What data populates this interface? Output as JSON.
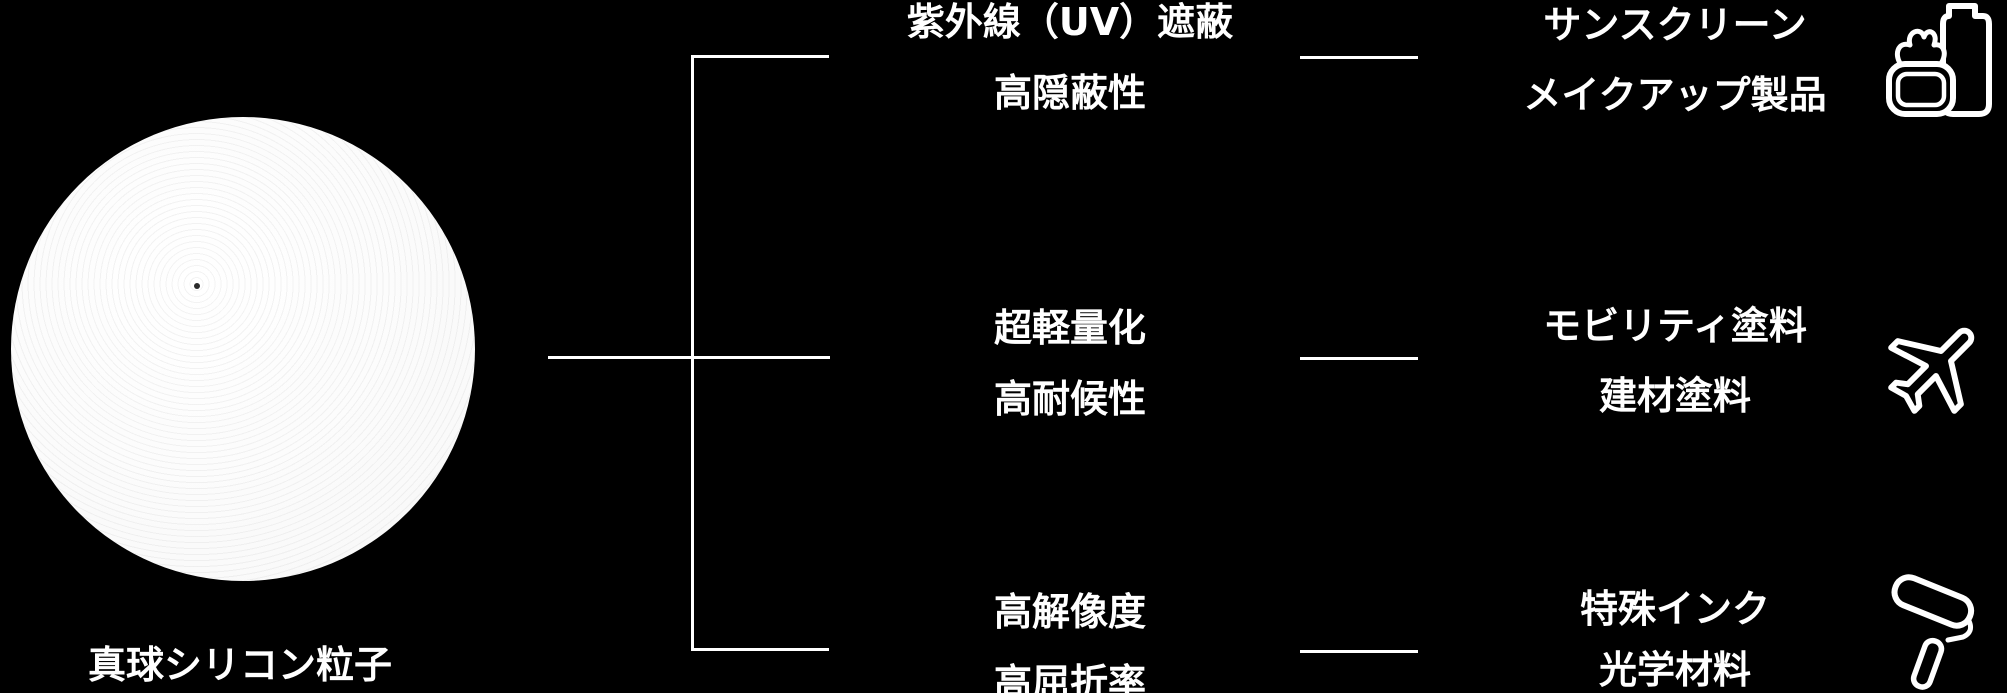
{
  "diagram": {
    "particle": {
      "label": "真球シリコン粒子"
    },
    "features": [
      {
        "line1": "紫外線（UV）遮蔽",
        "line2": "高隠蔽性"
      },
      {
        "line1": "超軽量化",
        "line2": "高耐候性"
      },
      {
        "line1": "高解像度",
        "line2": "高屈折率"
      }
    ],
    "applications": [
      {
        "line1": "サンスクリーン",
        "line2": "メイクアップ製品",
        "icon": "cosmetics-icon"
      },
      {
        "line1": "モビリティ塗料",
        "line2": "建材塗料",
        "icon": "airplane-icon"
      },
      {
        "line1": "特殊インク",
        "line2": "光学材料",
        "icon": "paint-roller-icon"
      }
    ],
    "colors": {
      "background": "#000000",
      "foreground": "#ffffff",
      "particle_fill": "#fafafa"
    }
  }
}
